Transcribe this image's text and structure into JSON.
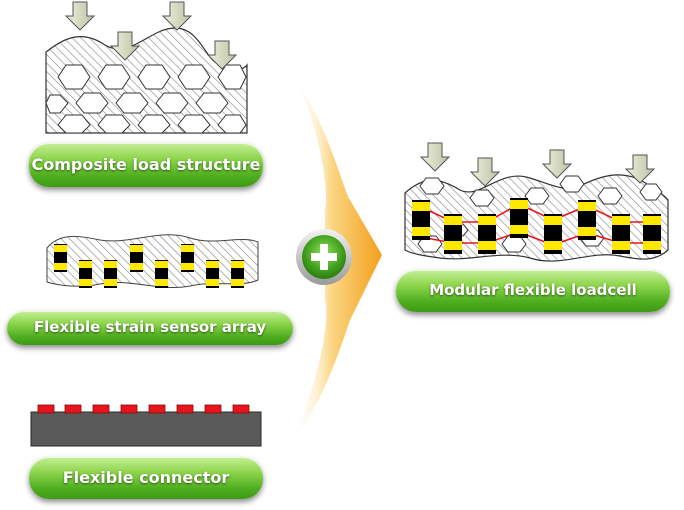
{
  "labels": {
    "composite": "Composite load structure",
    "sensor_array": "Flexible strain sensor array",
    "connector": "Flexible connector",
    "loadcell": "Modular flexible loadcell"
  },
  "colors": {
    "pill_green": "#4fae1f",
    "sensor_yellow": "#ffe800",
    "pad_red": "#e8141c",
    "connector_gray": "#5a5a5a",
    "arrow_orange": "#f5a623",
    "plus_green": "#3a9a1a",
    "link_red": "#e8141c"
  },
  "icons": [
    "down-arrow-icon",
    "plus-icon",
    "right-arrow-icon"
  ]
}
